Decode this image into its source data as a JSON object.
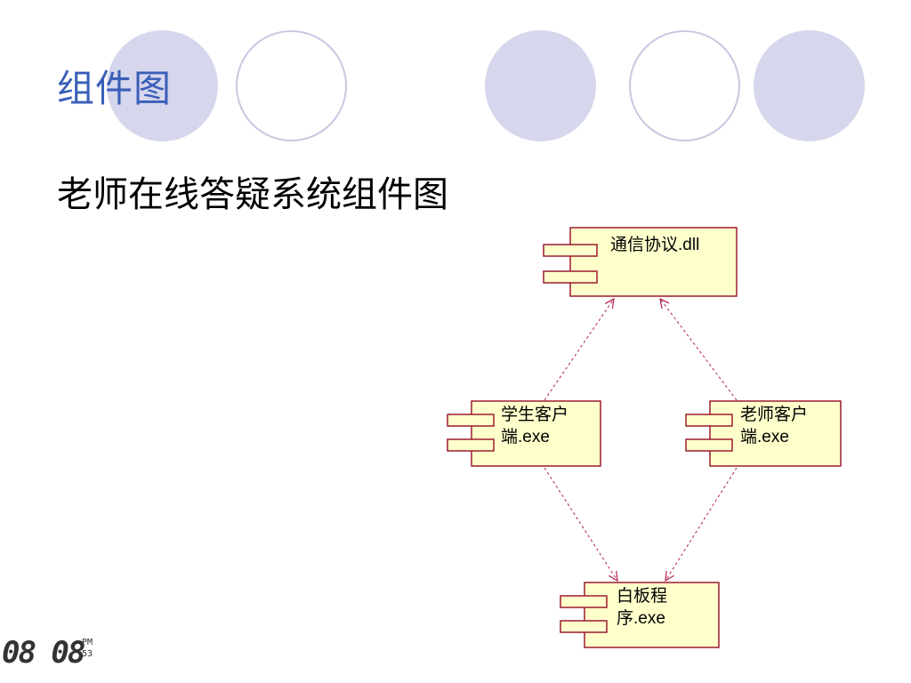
{
  "slide": {
    "title": "组件图",
    "subtitle": "老师在线答疑系统组件图"
  },
  "diagram": {
    "components": [
      {
        "id": "protocol",
        "lines": [
          "通信协议.dll"
        ]
      },
      {
        "id": "student",
        "lines": [
          "学生客户",
          "端.exe"
        ]
      },
      {
        "id": "teacher",
        "lines": [
          "老师客户",
          "端.exe"
        ]
      },
      {
        "id": "whiteboard",
        "lines": [
          "白板程",
          "序.exe"
        ]
      }
    ],
    "dependencies": [
      {
        "from": "student",
        "to": "protocol"
      },
      {
        "from": "teacher",
        "to": "protocol"
      },
      {
        "from": "student",
        "to": "whiteboard"
      },
      {
        "from": "teacher",
        "to": "whiteboard"
      }
    ],
    "colors": {
      "box_fill": "#ffffcc",
      "box_stroke": "#9b1c2e",
      "arrow": "#b0204a"
    }
  },
  "clock": {
    "time": "08 08",
    "ampm": "PM",
    "seconds": "53"
  }
}
